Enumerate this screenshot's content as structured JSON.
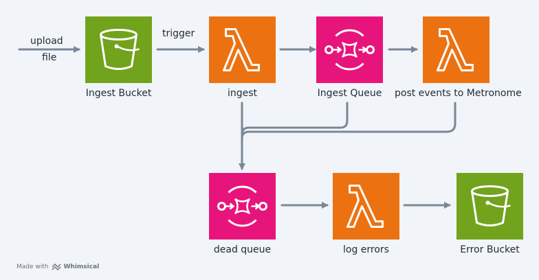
{
  "colors": {
    "s3": "#72a31d",
    "lambda": "#ec7211",
    "sqs": "#e7157b",
    "arrow": "#7a8796",
    "background": "#f1f4f8"
  },
  "nodes": {
    "ingest_bucket": {
      "label": "Ingest Bucket",
      "icon": "s3-bucket-icon"
    },
    "ingest": {
      "label": "ingest",
      "icon": "lambda-icon"
    },
    "ingest_queue": {
      "label": "Ingest Queue",
      "icon": "sqs-queue-icon"
    },
    "post_events": {
      "label": "post events to Metronome",
      "icon": "lambda-icon"
    },
    "dead_queue": {
      "label": "dead queue",
      "icon": "sqs-queue-icon"
    },
    "log_errors": {
      "label": "log errors",
      "icon": "lambda-icon"
    },
    "error_bucket": {
      "label": "Error Bucket",
      "icon": "s3-bucket-icon"
    }
  },
  "edges": {
    "upload_line1": "upload",
    "upload_line2": "file",
    "trigger": "trigger"
  },
  "footer": {
    "made_with": "Made with",
    "brand": "Whimsical"
  }
}
